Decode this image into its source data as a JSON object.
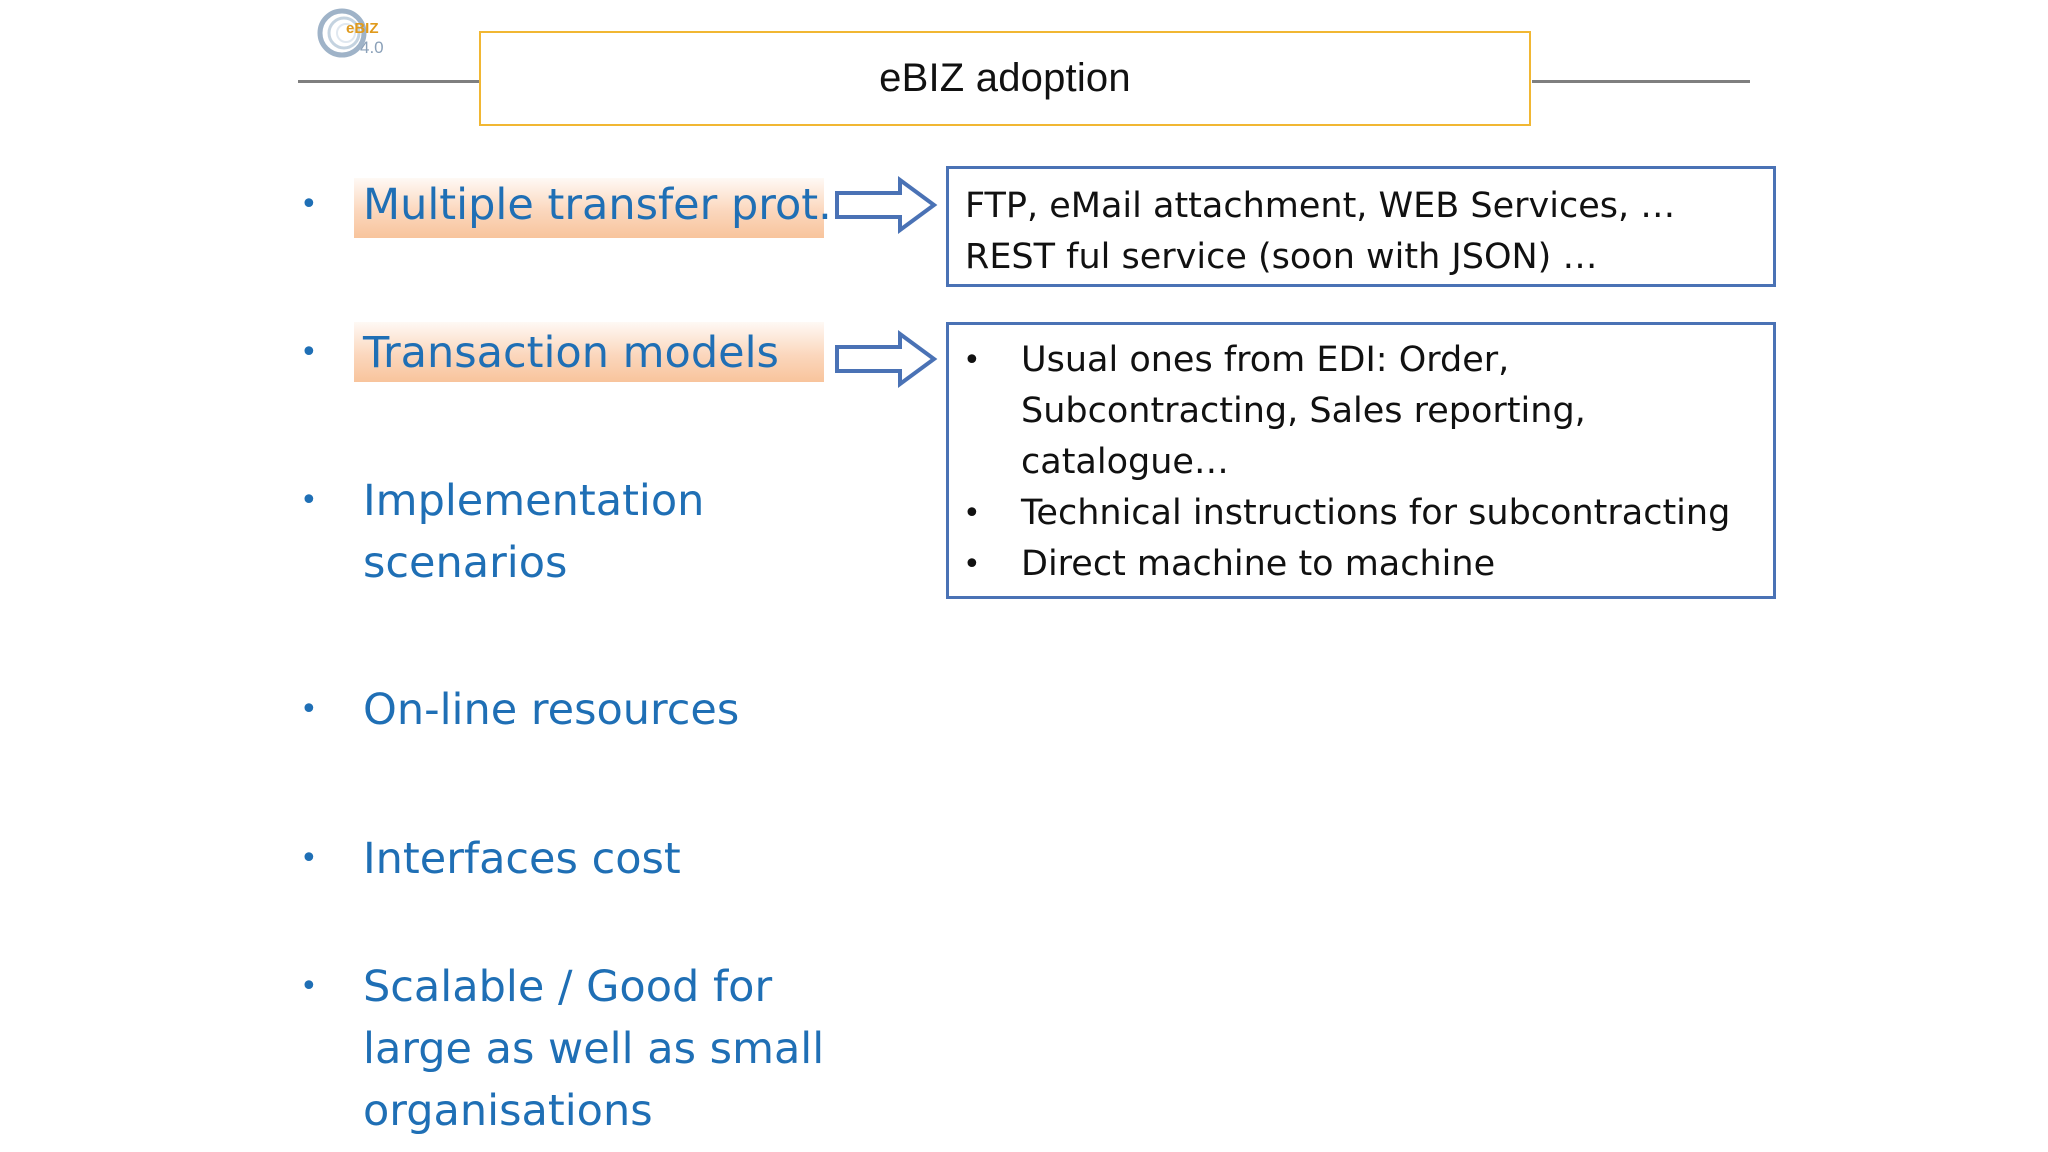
{
  "logo": {
    "brand": "eBIZ",
    "version": "4.0"
  },
  "title": "eBIZ adoption",
  "bullets": [
    {
      "text": "Multiple transfer prot."
    },
    {
      "text": "Transaction models"
    },
    {
      "text": "Implementation\nscenarios"
    },
    {
      "text": "On-line resources"
    },
    {
      "text": "Interfaces cost"
    },
    {
      "text": "Scalable / Good for\nlarge as well as small\norganisations"
    }
  ],
  "bullet_symbol": "•",
  "protocols_box": {
    "lines": [
      "FTP, eMail attachment, WEB Services, …",
      "REST ful service (soon with JSON) …"
    ]
  },
  "models_box": {
    "items": [
      "Usual ones from EDI: Order,\nSubcontracting, Sales reporting,\ncatalogue…",
      "Technical instructions for subcontracting",
      "Direct machine to machine"
    ]
  },
  "colors": {
    "bullet_text": "#1f6fb5",
    "title_border": "#f1b733",
    "box_border": "#4a72b5",
    "highlight": "#fbd7bd"
  }
}
